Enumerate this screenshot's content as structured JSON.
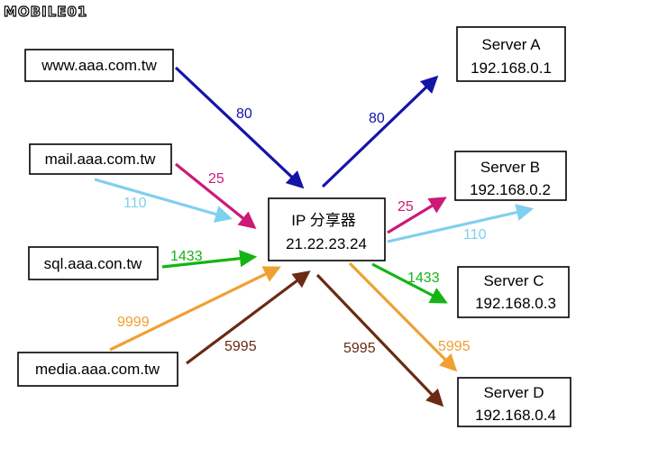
{
  "logo": {
    "text": "MOBILE01"
  },
  "colors": {
    "http": "#1414a8",
    "smtp": "#cc1a78",
    "pop3": "#7fd0ee",
    "sql": "#14b414",
    "vnc9999": "#f0a032",
    "vnc5995": "#6b2a12",
    "vnc5995_out": "#f0a032"
  },
  "hosts": [
    {
      "name": "www.aaa.com.tw"
    },
    {
      "name": "mail.aaa.com.tw"
    },
    {
      "name": "sql.aaa.con.tw"
    },
    {
      "name": "media.aaa.com.tw"
    }
  ],
  "router": {
    "title": "IP 分享器",
    "ip": "21.22.23.24"
  },
  "servers": [
    {
      "name": "Server A",
      "ip": "192.168.0.1"
    },
    {
      "name": "Server B",
      "ip": "192.168.0.2"
    },
    {
      "name": "Server C",
      "ip": "192.168.0.3"
    },
    {
      "name": "Server D",
      "ip": "192.168.0.4"
    }
  ],
  "ports_in": {
    "www": "80",
    "mail_smtp": "25",
    "mail_pop": "110",
    "sql": "1433",
    "media_a": "9999",
    "media_b": "5995"
  },
  "ports_out": {
    "a": "80",
    "b_smtp": "25",
    "b_pop": "110",
    "c": "1433",
    "d_orange": "5995",
    "d_brown": "5995"
  }
}
